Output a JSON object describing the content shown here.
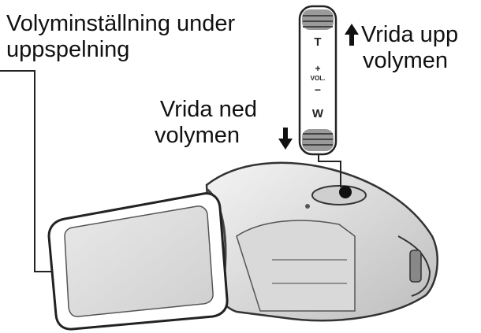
{
  "labels": {
    "playback_volume": [
      "Volyminställning under",
      "uppspelning"
    ],
    "volume_up": [
      "Vrida upp",
      "volymen"
    ],
    "volume_down": [
      "Vrida ned",
      "volymen"
    ]
  },
  "zoom_lever": {
    "tele": "T",
    "plus": "+",
    "vol": "VOL.",
    "minus": "−",
    "wide": "W"
  },
  "icons": [
    "arrow-up-icon",
    "arrow-down-icon",
    "camcorder-illustration",
    "zoom-volume-lever-illustration"
  ]
}
